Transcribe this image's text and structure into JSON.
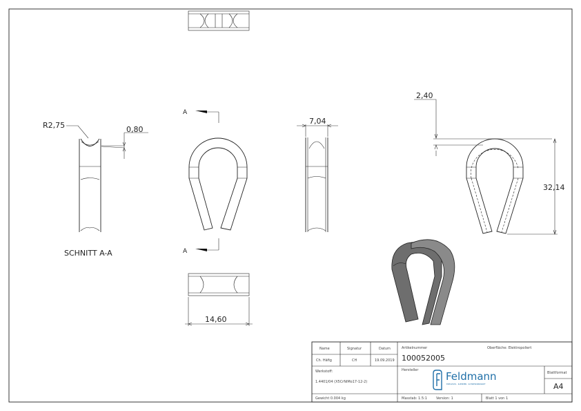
{
  "drawing": {
    "section_label": "SCHNITT A-A",
    "section_marker": "A",
    "dimensions": {
      "radius": "R2,75",
      "groove_depth": "0,80",
      "side_width": "7,04",
      "bottom_width": "14,60",
      "top_offset": "2,40",
      "height": "32,14"
    }
  },
  "title_block": {
    "headers": {
      "name": "Name",
      "signature": "Signatur",
      "date": "Datum"
    },
    "values": {
      "name": "Ch. Häfig",
      "signature": "CH",
      "date": "19.09.2019"
    },
    "article_label": "Artikelnummer",
    "article_number": "100052005",
    "surface": "Oberfläche:  Elektropoliert",
    "material_label": "Werkstoff:",
    "material": "1.4401/04 (X5CrNiMo17-12-2)",
    "manufacturer_label": "Hersteller",
    "logo_text": "Feldmann",
    "logo_tagline": "EDELSTAHL · KLEMMEN · SCHWEISSERDRAHT",
    "format_label": "Blattformat",
    "format": "A4",
    "weight": "Gewicht 0.004 kg",
    "scale": "Masstab: 1.5:1",
    "version": "Version: 1",
    "sheet": "Blatt 1 von 1"
  },
  "colors": {
    "logo": "#1f6fa8",
    "line": "#222222",
    "render": "#6e6e6e"
  }
}
